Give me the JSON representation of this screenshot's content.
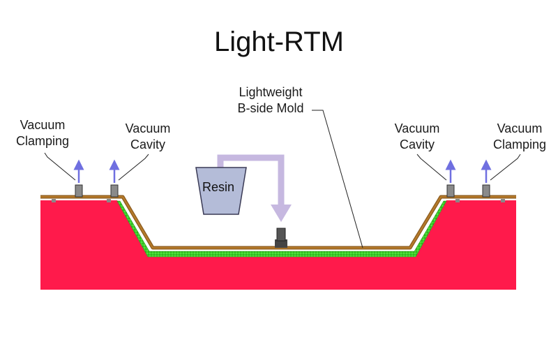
{
  "title": "Light-RTM",
  "labels": {
    "lightweight_mold_line1": "Lightweight",
    "lightweight_mold_line2": "B-side Mold",
    "left_vacuum_clamping_line1": "Vacuum",
    "left_vacuum_clamping_line2": "Clamping",
    "left_vacuum_cavity_line1": "Vacuum",
    "left_vacuum_cavity_line2": "Cavity",
    "right_vacuum_cavity_line1": "Vacuum",
    "right_vacuum_cavity_line2": "Cavity",
    "right_vacuum_clamping_line1": "Vacuum",
    "right_vacuum_clamping_line2": "Clamping",
    "resin": "Resin"
  },
  "colors": {
    "mold_red": "#ff1a4b",
    "b_side_brown": "#a0620f",
    "fiber_green": "#3ccf2a",
    "arrow_blue": "#6f6fe0",
    "resin_pipe": "#c6b8e0",
    "bucket": "#b4bcd8",
    "port_gray": "#8a8a8a"
  }
}
